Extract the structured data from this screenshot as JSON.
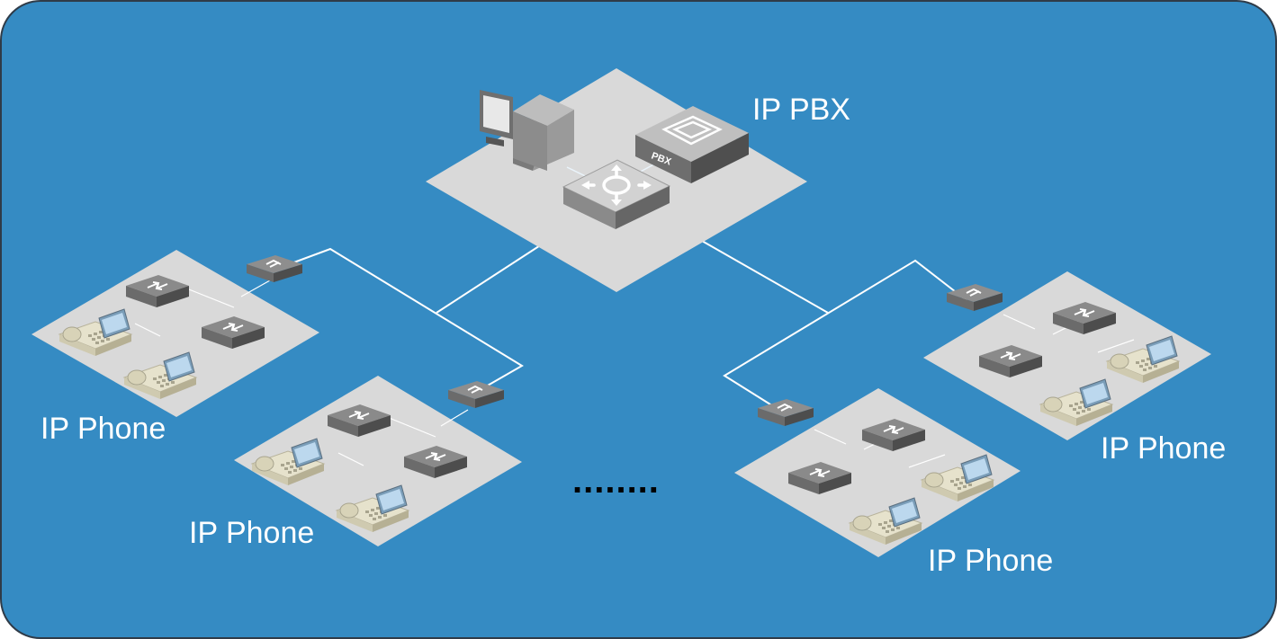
{
  "colors": {
    "background": "#358BC3",
    "border": "#2F3B48",
    "platform": "#D9D9D9",
    "link": "#FFFFFF"
  },
  "labels": {
    "pbx": "IP PBX",
    "phone_group_1": "IP Phone",
    "phone_group_2": "IP Phone",
    "phone_group_3": "IP Phone",
    "phone_group_4": "IP Phone",
    "pbx_device_tag": "PBX",
    "ellipsis": "........"
  },
  "icons": [
    "server-computer-icon",
    "pbx-device-icon",
    "core-router-icon",
    "access-switch-icon",
    "ip-phone-icon"
  ]
}
